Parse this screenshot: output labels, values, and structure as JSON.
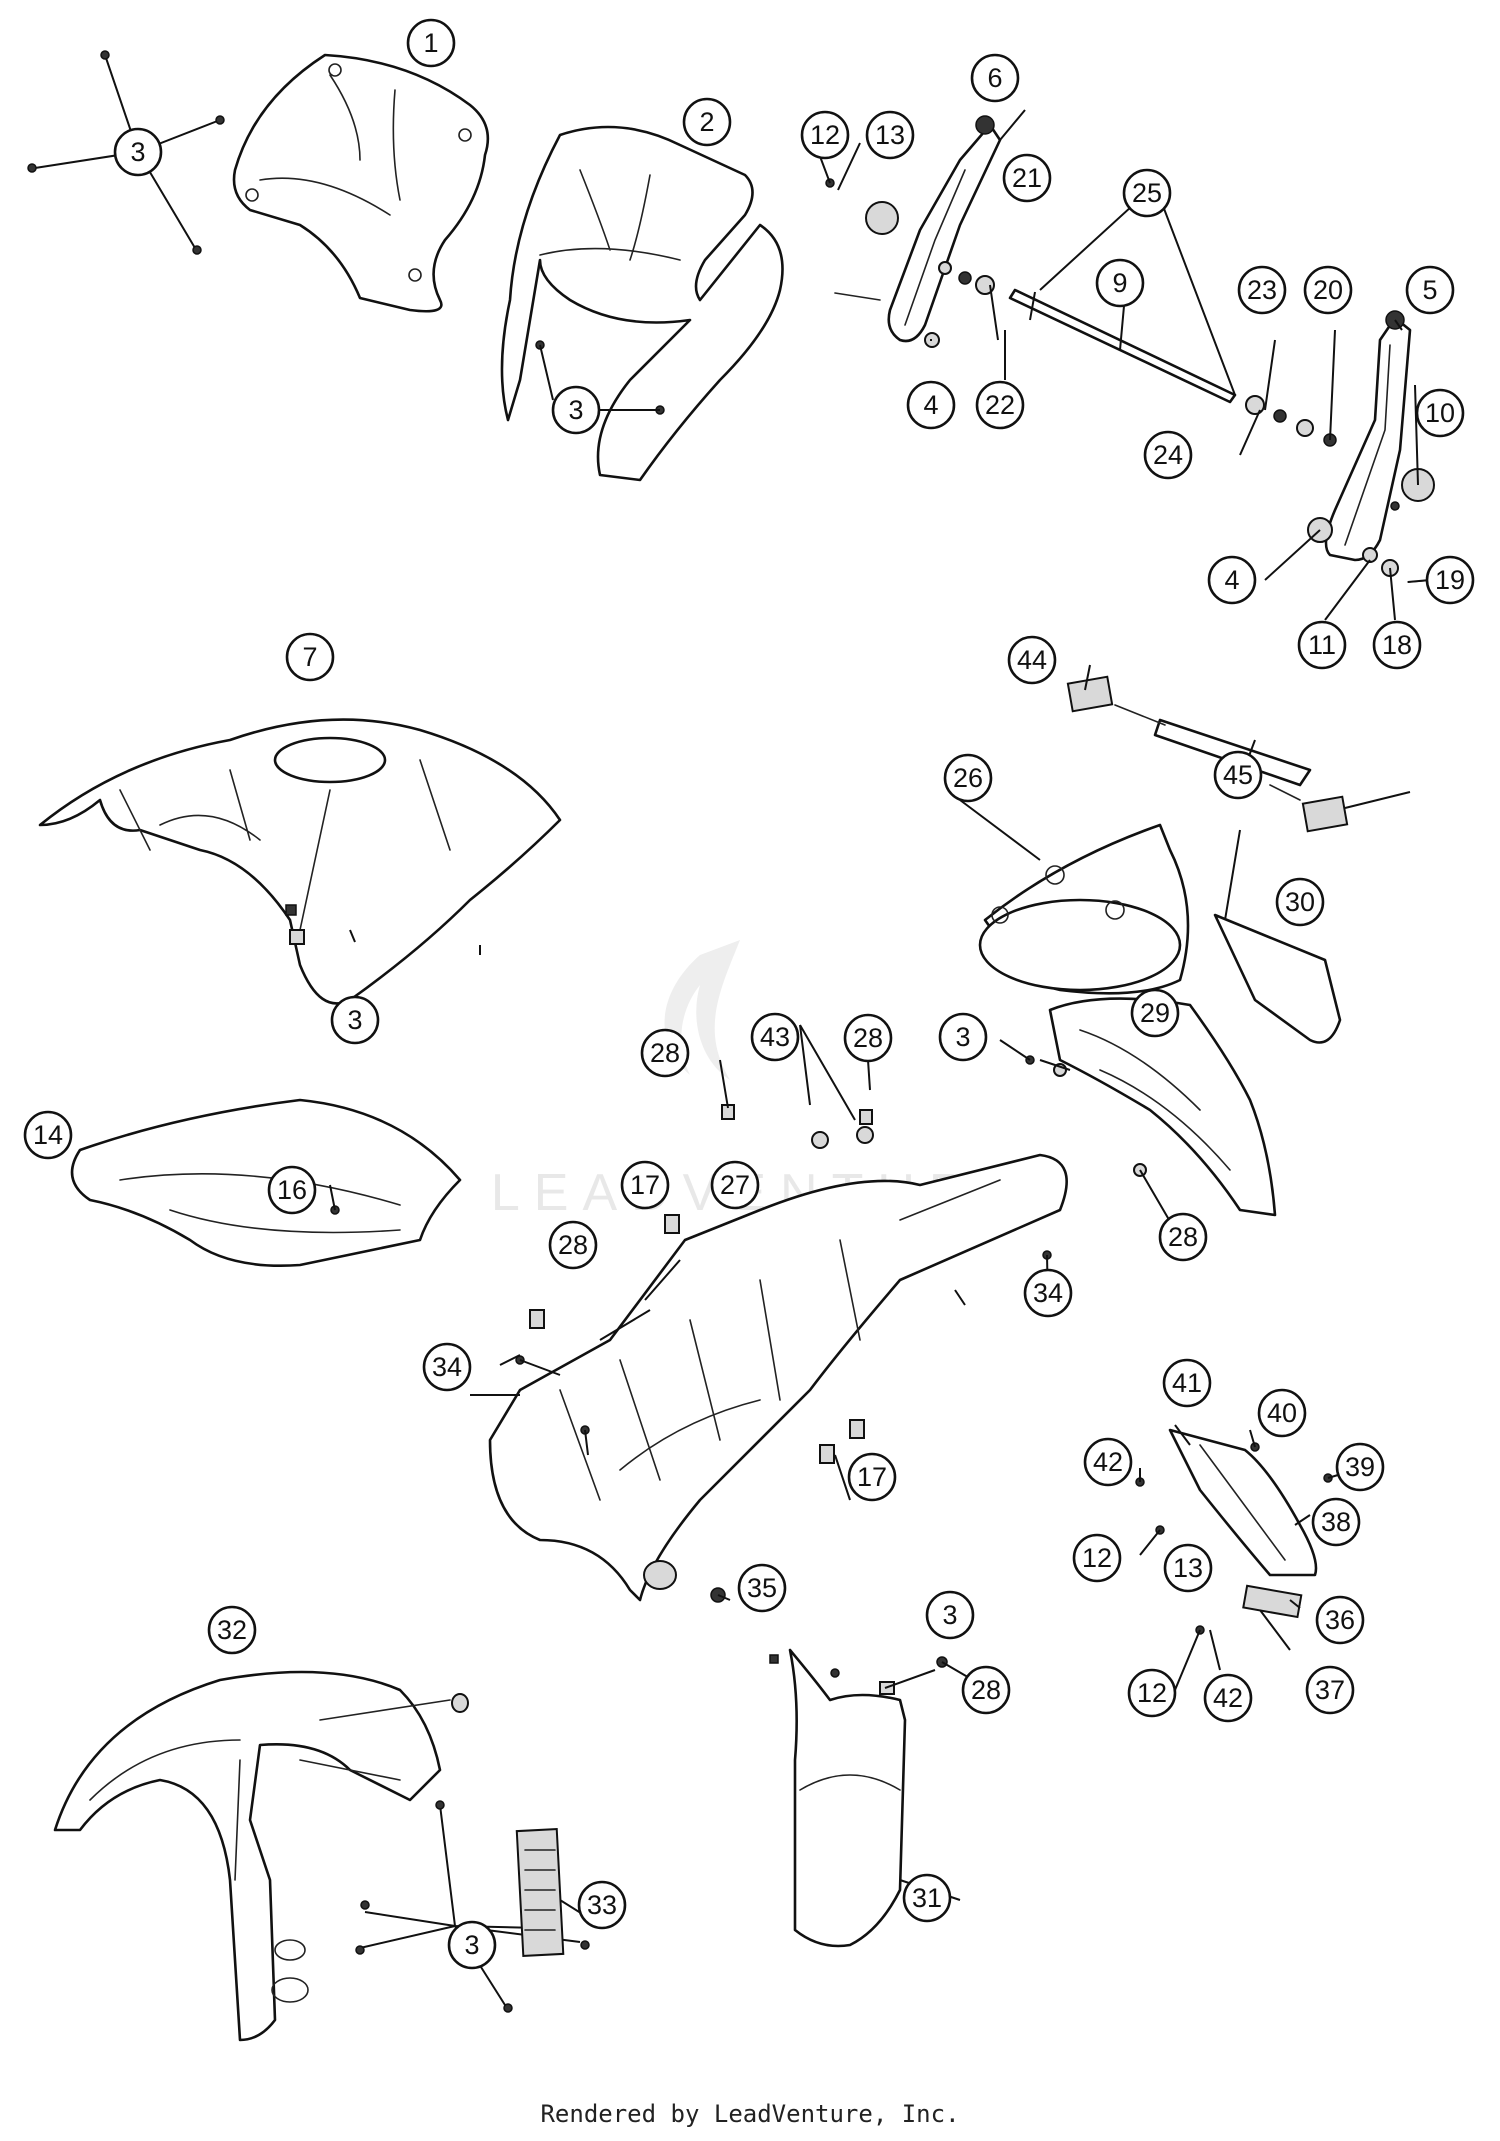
{
  "watermark": "LEADVENTURE",
  "credit": "Rendered by LeadVenture, Inc.",
  "callouts": {
    "c1": "1",
    "c2": "2",
    "c3a": "3",
    "c3b": "3",
    "c6": "6",
    "c12a": "12",
    "c13a": "13",
    "c21": "21",
    "c25": "25",
    "c9": "9",
    "c23": "23",
    "c20": "20",
    "c5": "5",
    "c4a": "4",
    "c22": "22",
    "c24": "24",
    "c10": "10",
    "c4b": "4",
    "c19": "19",
    "c11": "11",
    "c18": "18",
    "c7": "7",
    "c44": "44",
    "c45": "45",
    "c26": "26",
    "c30": "30",
    "c3c": "3",
    "c43": "43",
    "c28a": "28",
    "c28b": "28",
    "c3d": "3",
    "c29": "29",
    "c14": "14",
    "c16": "16",
    "c17a": "17",
    "c27": "27",
    "c28c": "28",
    "c28d": "28",
    "c34a": "34",
    "c34b": "34",
    "c17b": "17",
    "c41": "41",
    "c40": "40",
    "c42a": "42",
    "c39": "39",
    "c38": "38",
    "c12b": "12",
    "c13b": "13",
    "c35": "35",
    "c32": "32",
    "c3e": "3",
    "c28e": "28",
    "c36": "36",
    "c12c": "12",
    "c42b": "42",
    "c37": "37",
    "c33": "33",
    "c31": "31",
    "c3f": "3"
  }
}
